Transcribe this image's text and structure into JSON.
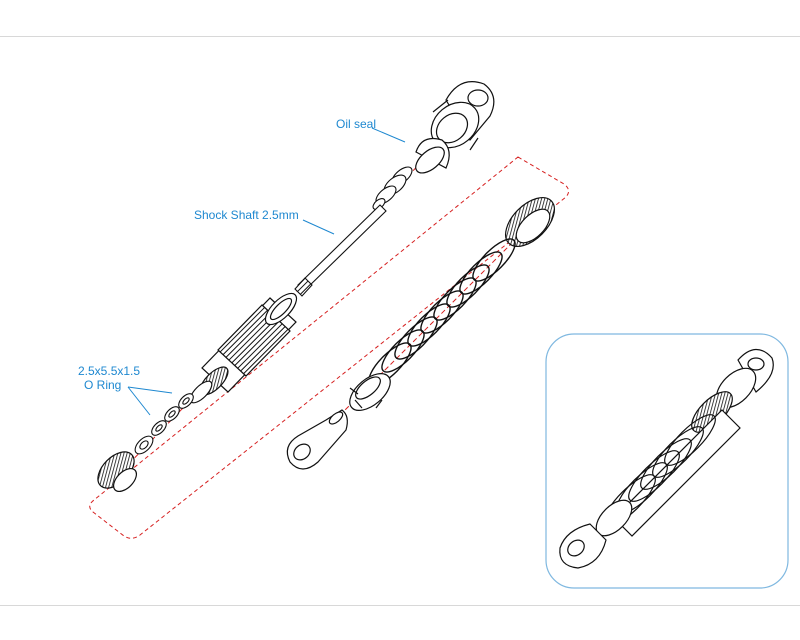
{
  "labels": {
    "oil_seal": "Oil seal",
    "shock_shaft": "Shock Shaft 2.5mm",
    "o_ring_size": "2.5x5.5x1.5",
    "o_ring": "O Ring"
  },
  "colors": {
    "label": "#1e88d0",
    "leader": "#1e88d0",
    "axis": "#d62020",
    "inset_border": "#7fb8e0",
    "line": "#111111"
  }
}
